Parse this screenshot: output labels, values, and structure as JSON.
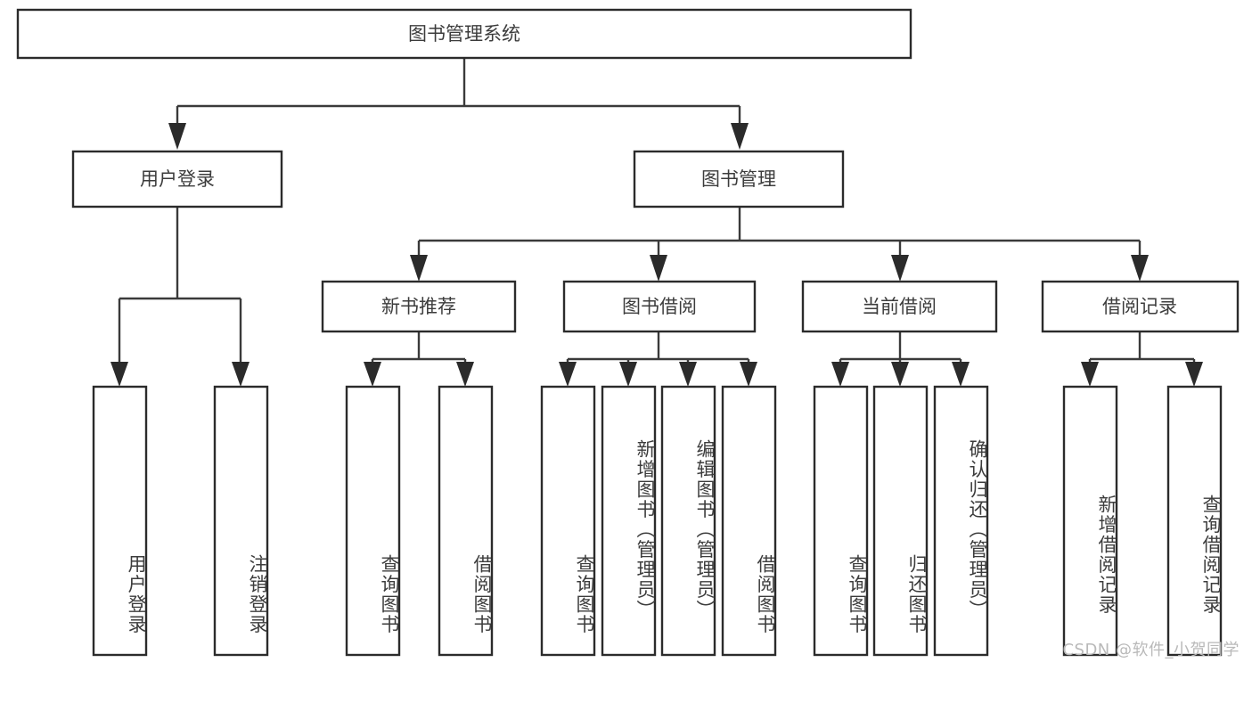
{
  "diagram": {
    "title": "图书管理系统",
    "type": "tree",
    "root": {
      "id": "root",
      "label": "图书管理系统",
      "orientation": "horizontal"
    },
    "level2": [
      {
        "id": "user-login",
        "label": "用户登录",
        "orientation": "horizontal"
      },
      {
        "id": "book-management",
        "label": "图书管理",
        "orientation": "horizontal"
      }
    ],
    "level3": [
      {
        "id": "new-book-recommend",
        "label": "新书推荐",
        "parent": "book-management",
        "orientation": "horizontal"
      },
      {
        "id": "book-borrow",
        "label": "图书借阅",
        "parent": "book-management",
        "orientation": "horizontal"
      },
      {
        "id": "current-borrow",
        "label": "当前借阅",
        "parent": "book-management",
        "orientation": "horizontal"
      },
      {
        "id": "borrow-record",
        "label": "借阅记录",
        "parent": "book-management",
        "orientation": "horizontal"
      }
    ],
    "leaves": [
      {
        "id": "leaf-user-login",
        "label": "用户登录",
        "parent": "user-login",
        "orientation": "vertical"
      },
      {
        "id": "leaf-user-logout",
        "label": "注销登录",
        "parent": "user-login",
        "orientation": "vertical"
      },
      {
        "id": "leaf-query-book-1",
        "label": "查询图书",
        "parent": "new-book-recommend",
        "orientation": "vertical"
      },
      {
        "id": "leaf-borrow-book-1",
        "label": "借阅图书",
        "parent": "new-book-recommend",
        "orientation": "vertical"
      },
      {
        "id": "leaf-query-book-2",
        "label": "查询图书",
        "parent": "book-borrow",
        "orientation": "vertical"
      },
      {
        "id": "leaf-add-book",
        "label": "新增图书（管理员）",
        "parent": "book-borrow",
        "orientation": "vertical"
      },
      {
        "id": "leaf-edit-book",
        "label": "编辑图书（管理员）",
        "parent": "book-borrow",
        "orientation": "vertical"
      },
      {
        "id": "leaf-borrow-book-2",
        "label": "借阅图书",
        "parent": "book-borrow",
        "orientation": "vertical"
      },
      {
        "id": "leaf-query-book-3",
        "label": "查询图书",
        "parent": "current-borrow",
        "orientation": "vertical"
      },
      {
        "id": "leaf-return-book",
        "label": "归还图书",
        "parent": "current-borrow",
        "orientation": "vertical"
      },
      {
        "id": "leaf-confirm-return",
        "label": "确认归还（管理员）",
        "parent": "current-borrow",
        "orientation": "vertical"
      },
      {
        "id": "leaf-add-record",
        "label": "新增借阅记录",
        "parent": "borrow-record",
        "orientation": "vertical"
      },
      {
        "id": "leaf-query-record",
        "label": "查询借阅记录",
        "parent": "borrow-record",
        "orientation": "vertical"
      }
    ],
    "colors": {
      "box_stroke": "#2b2b2b",
      "connector": "#3a3a3a",
      "text": "#3c3c3c",
      "background": "#ffffff",
      "watermark": "#b9b9b9"
    }
  },
  "watermark": {
    "text": "CSDN @软件_小贺同学"
  }
}
